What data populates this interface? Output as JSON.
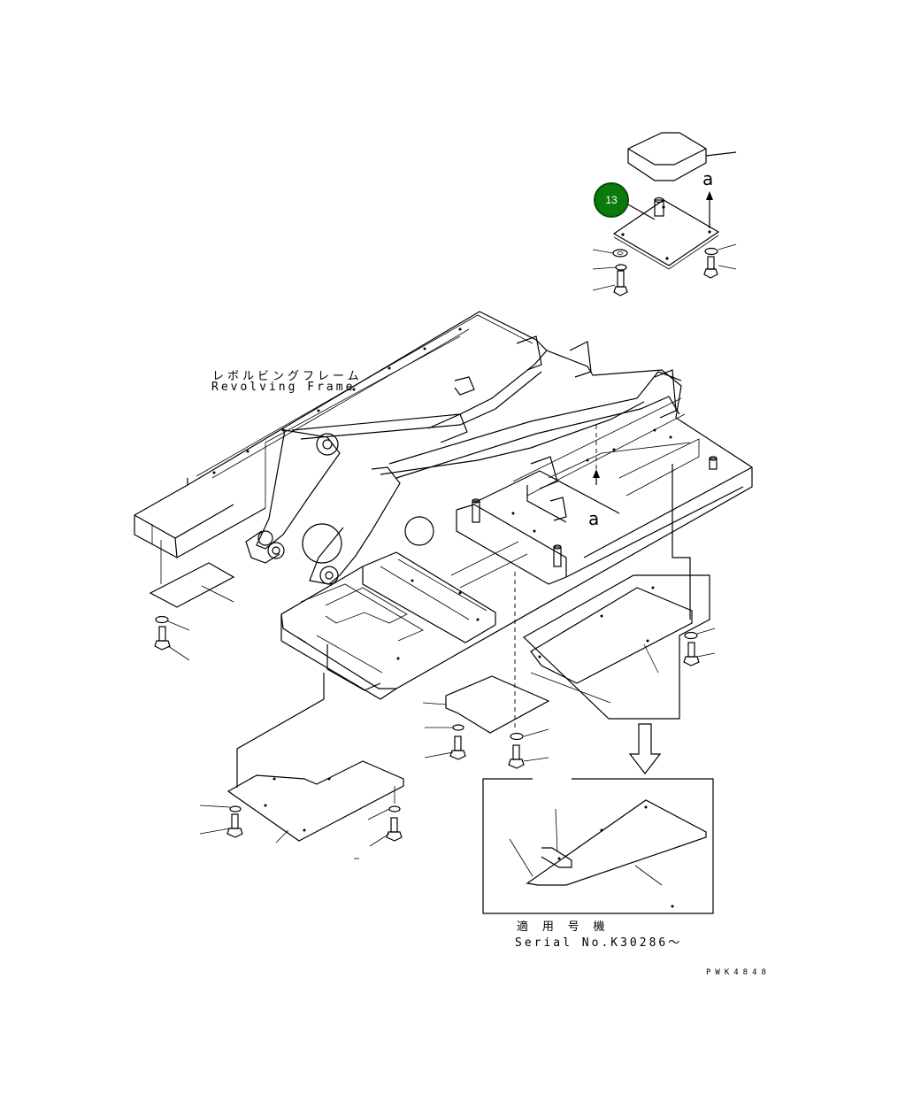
{
  "diagram": {
    "frame_label_jp": "レボルビングフレーム",
    "frame_label_en": "Revolving Frame",
    "arrow_label_top": "a",
    "arrow_label_mid": "a",
    "serial_label_jp": "適 用 号 機",
    "serial_label_en": "Serial No.K30286～",
    "drawing_code": "PWK4848"
  },
  "callouts": [
    {
      "id": "13",
      "label": "13",
      "color": "#0b7a0b",
      "border": "#064d06"
    }
  ]
}
